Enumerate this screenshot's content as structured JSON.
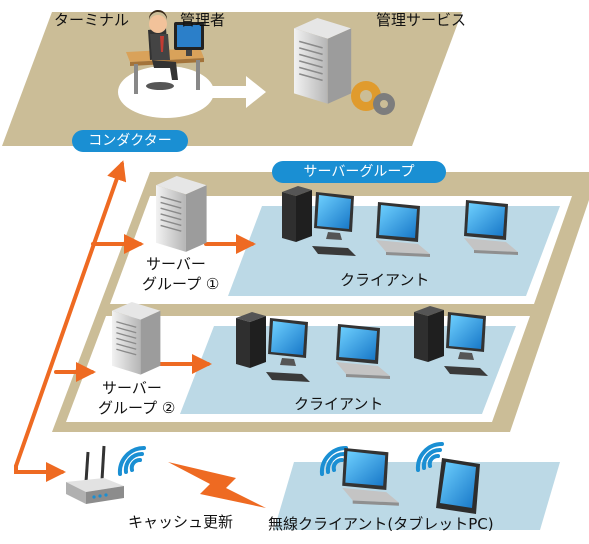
{
  "top_left_labels": {
    "terminal": "ターミナル",
    "admin": "管理者"
  },
  "management_service": "管理サービス",
  "conductor": "コンダクター",
  "server_group_title": "サーバーグループ",
  "server_group_1": {
    "line1": "サーバー",
    "line2": "グループ ①",
    "clients": "クライアント"
  },
  "server_group_2": {
    "line1": "サーバー",
    "line2": "グループ ②",
    "clients": "クライアント"
  },
  "cache_update": "キャッシュ更新",
  "wireless_clients": "無線クライアント(タブレットPC)",
  "colors": {
    "platform": "#cbbd97",
    "client_zone": "#bcd9e6",
    "accent_blue": "#1a8fd3",
    "arrow_orange": "#ee6a22"
  }
}
